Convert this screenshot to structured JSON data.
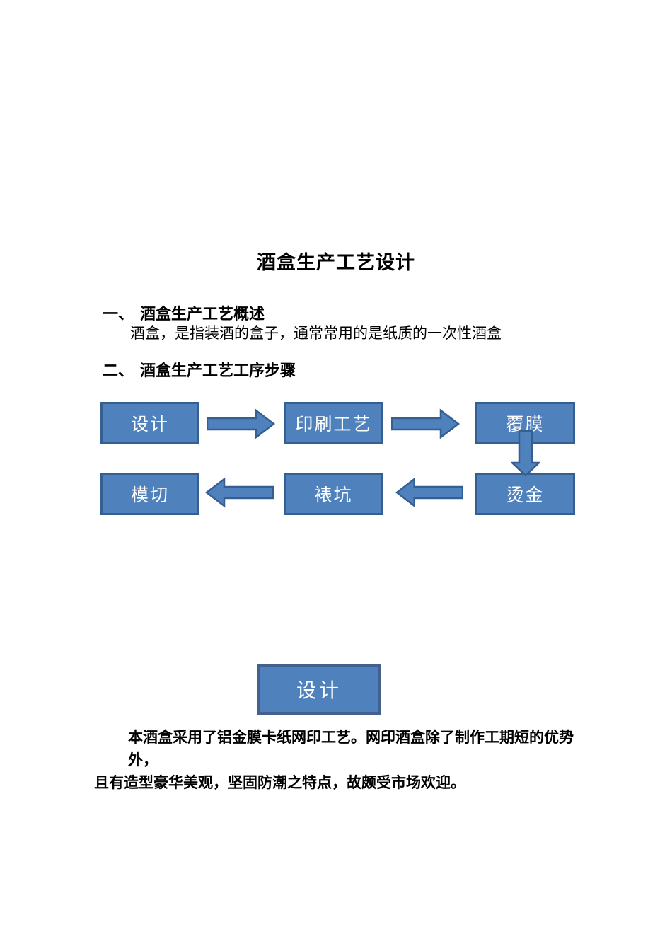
{
  "title": "酒盒生产工艺设计",
  "sections": [
    {
      "number": "一、",
      "heading": "酒盒生产工艺概述",
      "body": "酒盒，是指装酒的盒子，通常常用的是纸质的一次性酒盒"
    },
    {
      "number": "二、",
      "heading": "酒盒生产工艺工序步骤"
    }
  ],
  "flowchart": {
    "row1": [
      {
        "label": "设计"
      },
      {
        "label": "印刷工艺"
      },
      {
        "label": "覆膜"
      }
    ],
    "row2": [
      {
        "label": "模切"
      },
      {
        "label": "裱坑"
      },
      {
        "label": "烫金"
      }
    ]
  },
  "standalone_box": {
    "label": "设计"
  },
  "footer_paragraph": {
    "lines": [
      "本酒盒采用了铝金膜卡纸网印工艺。网印酒盒除了制作工期短的优势外，",
      "且有造型豪华美观，坚固防潮之特点，故颇受市场欢迎。"
    ]
  },
  "colors": {
    "page_bg": "#ffffff",
    "text": "#000000",
    "shape_fill": "#4f81bd",
    "shape_border": "#365f91",
    "standalone_border": "#44608e",
    "shape_text": "#ffffff"
  }
}
